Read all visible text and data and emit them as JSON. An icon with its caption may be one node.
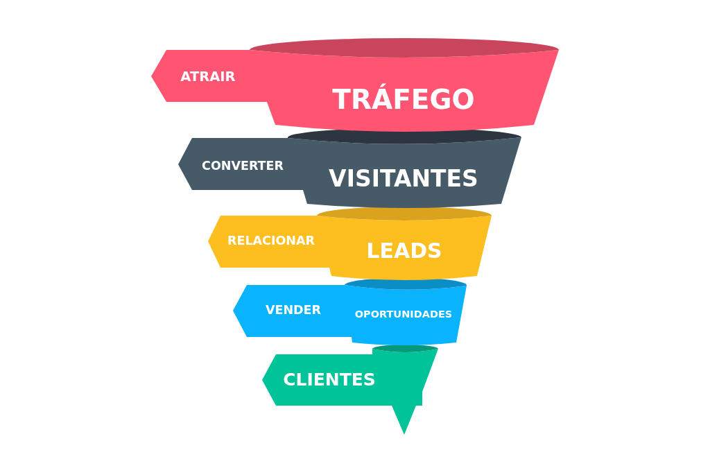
{
  "diagram": {
    "nodes": [
      {
        "text": [
          "ATRAIR",
          "TRÁFEGO"
        ]
      },
      {
        "text": [
          "CONVERTER",
          "VISITANTES"
        ]
      },
      {
        "text": [
          "RELACIONAR",
          "LEADS"
        ]
      },
      {
        "text": [
          "VENDER",
          "OPORTUNIDADES"
        ]
      },
      {
        "text": [
          "CLIENTES"
        ]
      }
    ]
  }
}
